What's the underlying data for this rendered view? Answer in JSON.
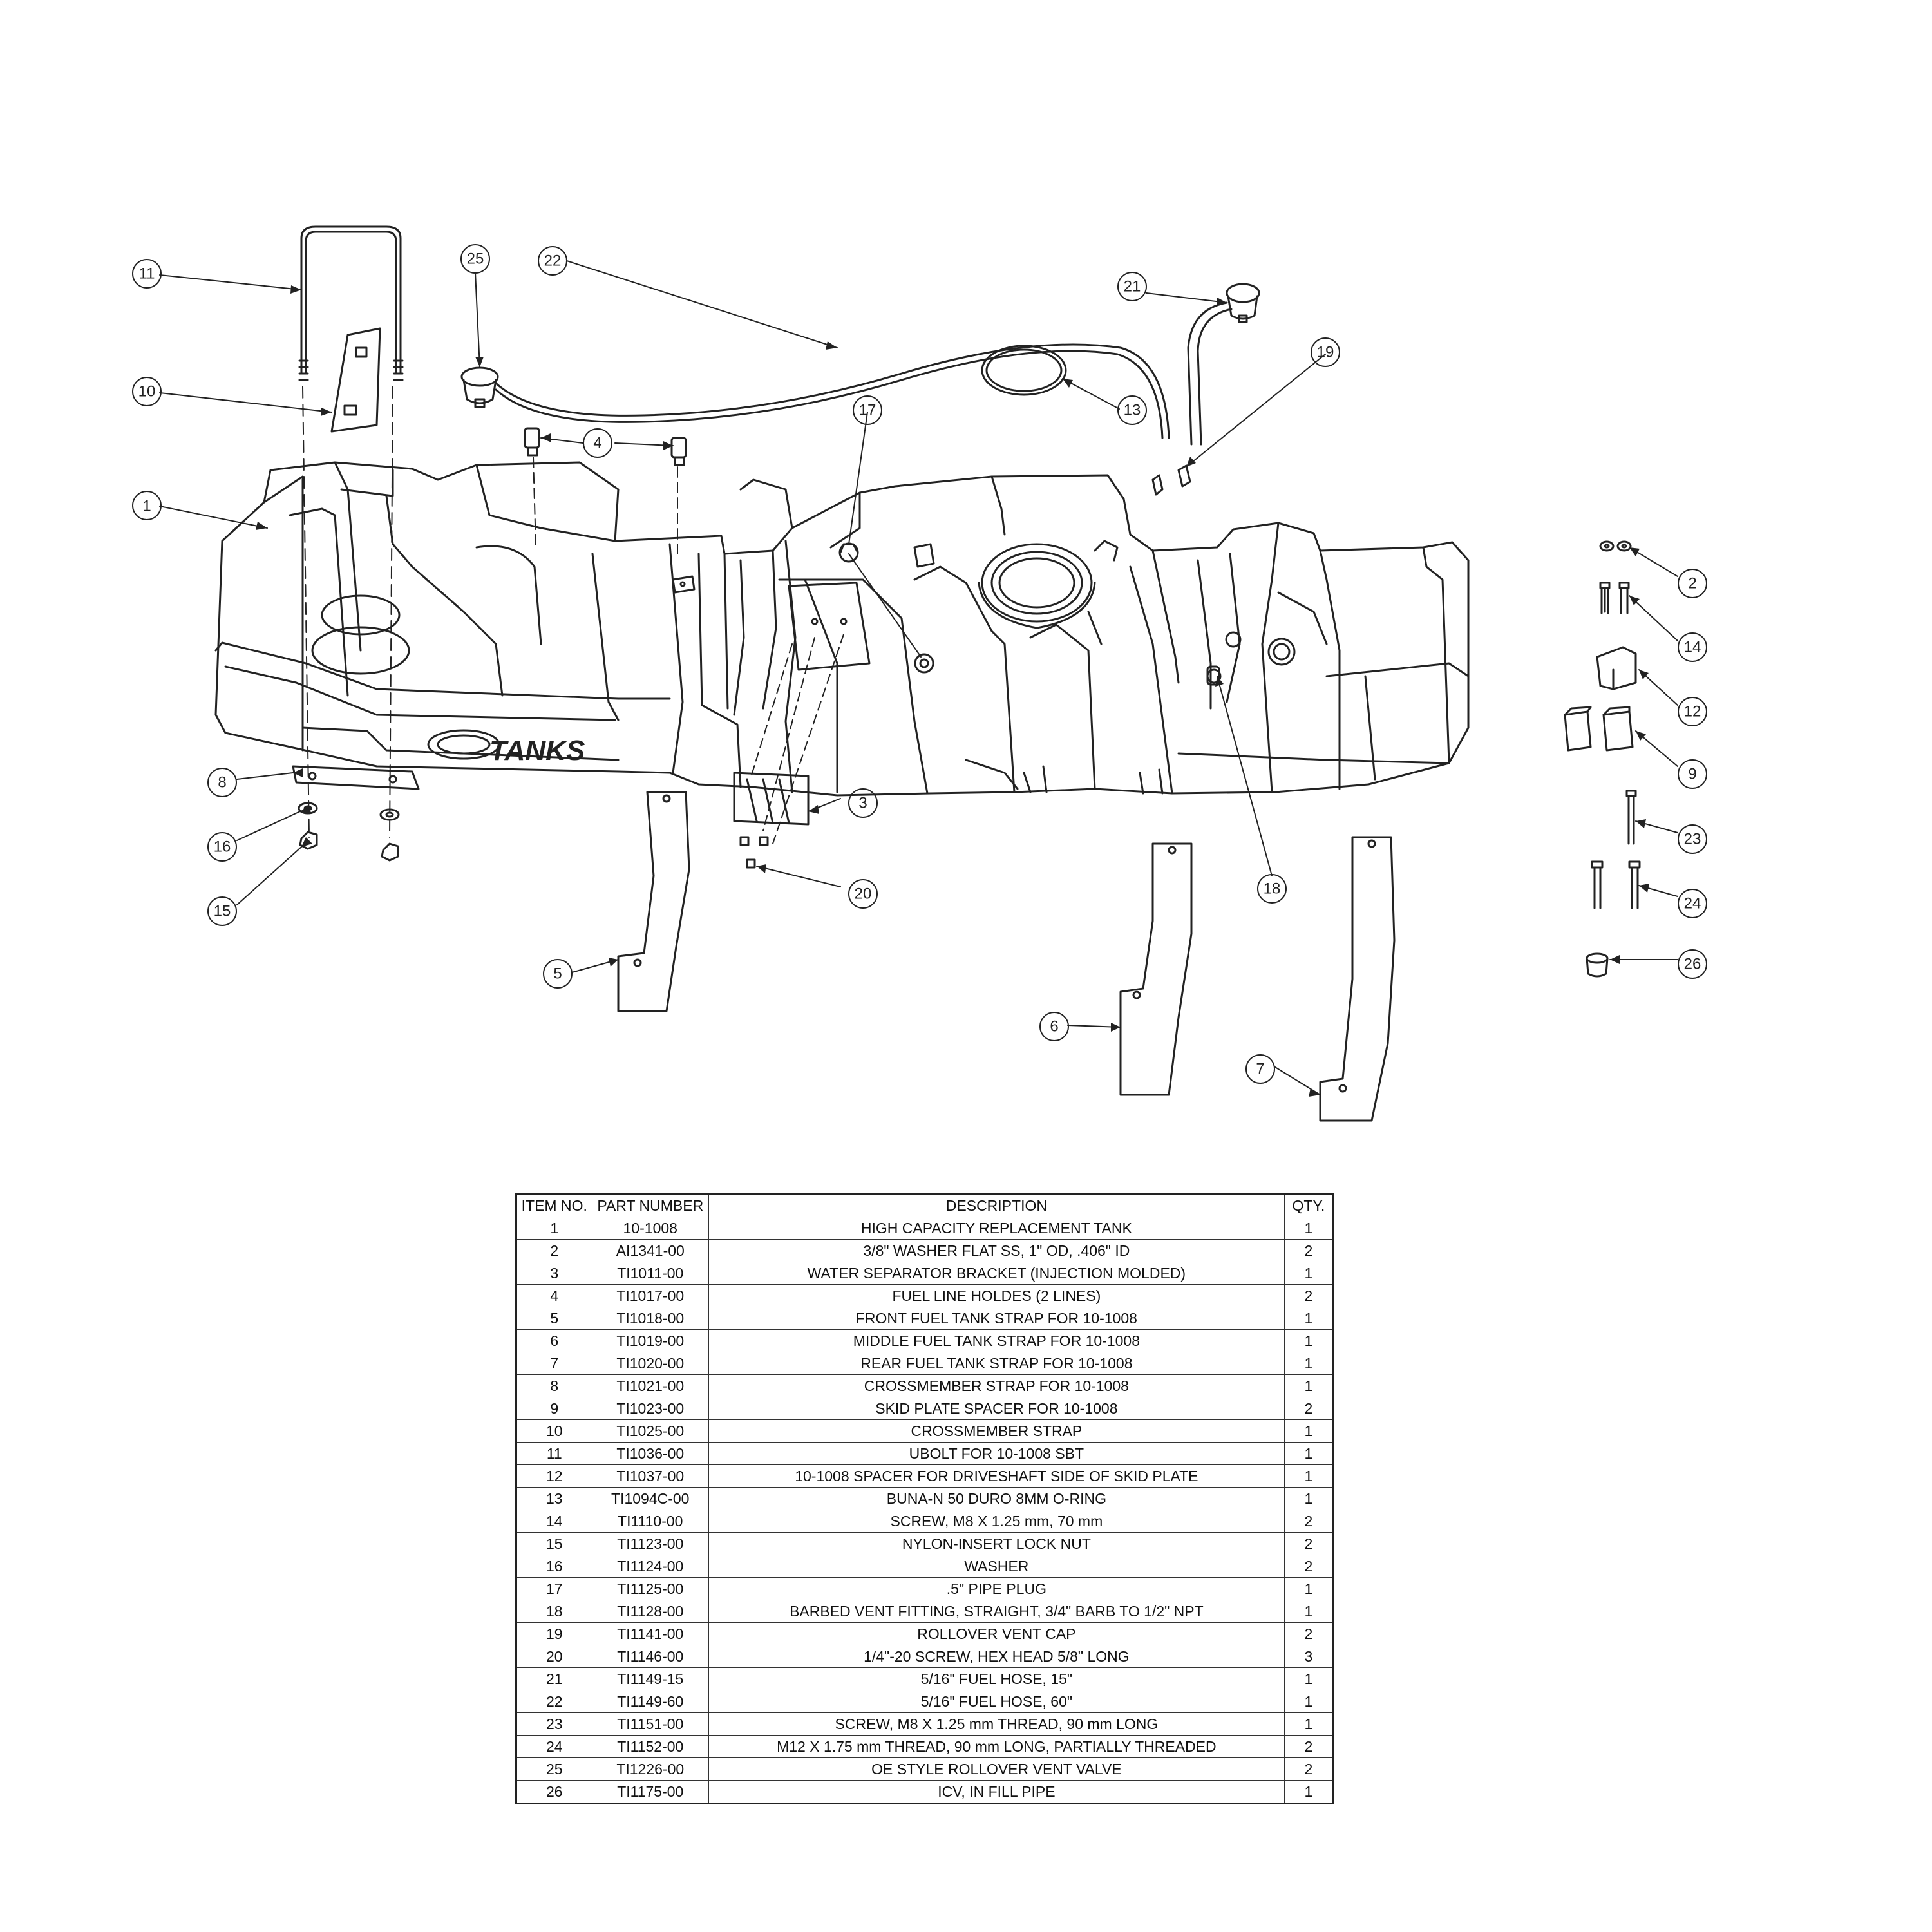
{
  "logo": {
    "text": "TANKS"
  },
  "balloons": [
    "1",
    "2",
    "3",
    "4",
    "5",
    "6",
    "7",
    "8",
    "9",
    "10",
    "11",
    "12",
    "13",
    "14",
    "15",
    "16",
    "17",
    "18",
    "19",
    "20",
    "21",
    "22",
    "23",
    "24",
    "25",
    "26"
  ],
  "bom": {
    "headers": {
      "item": "ITEM NO.",
      "part": "PART NUMBER",
      "desc": "DESCRIPTION",
      "qty": "QTY."
    },
    "rows": [
      {
        "item": "1",
        "part": "10-1008",
        "desc": "HIGH CAPACITY REPLACEMENT TANK",
        "qty": "1"
      },
      {
        "item": "2",
        "part": "AI1341-00",
        "desc": "3/8\" WASHER FLAT SS, 1\" OD, .406\" ID",
        "qty": "2"
      },
      {
        "item": "3",
        "part": "TI1011-00",
        "desc": "WATER SEPARATOR BRACKET (INJECTION MOLDED)",
        "qty": "1"
      },
      {
        "item": "4",
        "part": "TI1017-00",
        "desc": "FUEL LINE HOLDES (2 LINES)",
        "qty": "2"
      },
      {
        "item": "5",
        "part": "TI1018-00",
        "desc": "FRONT FUEL TANK STRAP FOR 10-1008",
        "qty": "1"
      },
      {
        "item": "6",
        "part": "TI1019-00",
        "desc": "MIDDLE FUEL TANK STRAP FOR 10-1008",
        "qty": "1"
      },
      {
        "item": "7",
        "part": "TI1020-00",
        "desc": "REAR FUEL TANK STRAP FOR 10-1008",
        "qty": "1"
      },
      {
        "item": "8",
        "part": "TI1021-00",
        "desc": "CROSSMEMBER STRAP FOR 10-1008",
        "qty": "1"
      },
      {
        "item": "9",
        "part": "TI1023-00",
        "desc": "SKID PLATE SPACER FOR 10-1008",
        "qty": "2"
      },
      {
        "item": "10",
        "part": "TI1025-00",
        "desc": "CROSSMEMBER STRAP",
        "qty": "1"
      },
      {
        "item": "11",
        "part": "TI1036-00",
        "desc": "UBOLT FOR 10-1008 SBT",
        "qty": "1"
      },
      {
        "item": "12",
        "part": "TI1037-00",
        "desc": "10-1008 SPACER FOR DRIVESHAFT SIDE OF SKID PLATE",
        "qty": "1"
      },
      {
        "item": "13",
        "part": "TI1094C-00",
        "desc": "BUNA-N 50 DURO 8MM O-RING",
        "qty": "1"
      },
      {
        "item": "14",
        "part": "TI1110-00",
        "desc": "SCREW, M8 X 1.25 mm, 70 mm",
        "qty": "2"
      },
      {
        "item": "15",
        "part": "TI1123-00",
        "desc": "NYLON-INSERT LOCK NUT",
        "qty": "2"
      },
      {
        "item": "16",
        "part": "TI1124-00",
        "desc": "WASHER",
        "qty": "2"
      },
      {
        "item": "17",
        "part": "TI1125-00",
        "desc": ".5\" PIPE PLUG",
        "qty": "1"
      },
      {
        "item": "18",
        "part": "TI1128-00",
        "desc": "BARBED VENT FITTING, STRAIGHT, 3/4\" BARB TO 1/2\" NPT",
        "qty": "1"
      },
      {
        "item": "19",
        "part": "TI1141-00",
        "desc": "ROLLOVER VENT CAP",
        "qty": "2"
      },
      {
        "item": "20",
        "part": "TI1146-00",
        "desc": "1/4\"-20 SCREW, HEX HEAD 5/8\" LONG",
        "qty": "3"
      },
      {
        "item": "21",
        "part": "TI1149-15",
        "desc": "5/16\" FUEL HOSE, 15\"",
        "qty": "1"
      },
      {
        "item": "22",
        "part": "TI1149-60",
        "desc": "5/16\" FUEL HOSE, 60\"",
        "qty": "1"
      },
      {
        "item": "23",
        "part": "TI1151-00",
        "desc": "SCREW, M8 X 1.25 mm THREAD, 90 mm LONG",
        "qty": "1"
      },
      {
        "item": "24",
        "part": "TI1152-00",
        "desc": "M12 X 1.75 mm THREAD, 90 mm LONG, PARTIALLY THREADED",
        "qty": "2"
      },
      {
        "item": "25",
        "part": "TI1226-00",
        "desc": "OE STYLE ROLLOVER VENT VALVE",
        "qty": "2"
      },
      {
        "item": "26",
        "part": "TI1175-00",
        "desc": "ICV, IN FILL PIPE",
        "qty": "1"
      }
    ]
  }
}
